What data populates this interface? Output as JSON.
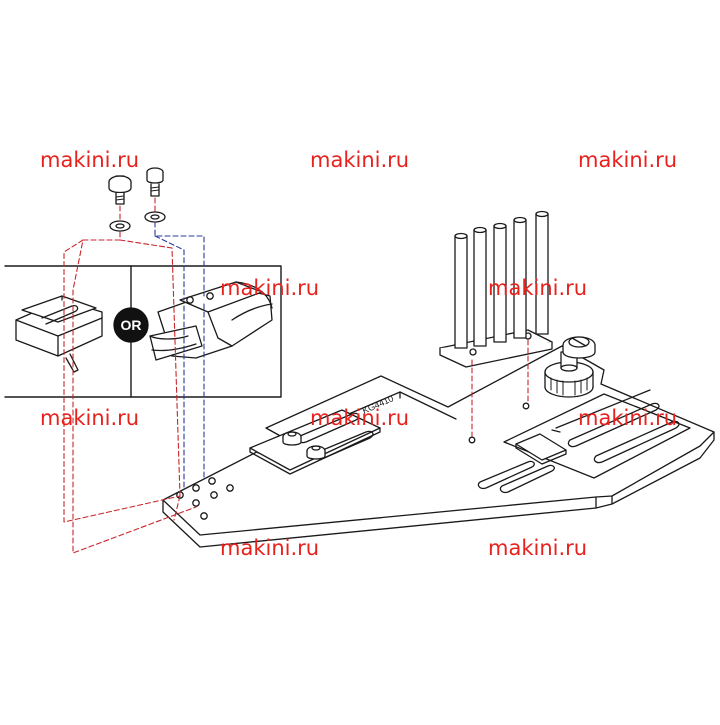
{
  "watermark": {
    "text": "makini.ru",
    "color": "#e8211d"
  },
  "diagram": {
    "or_label": "OR",
    "part_number": "KG4410",
    "colors": {
      "line": "#1a1a1a",
      "leader_red": "#c8262b",
      "leader_blue": "#2a3a9a",
      "badge": "#111111"
    }
  }
}
